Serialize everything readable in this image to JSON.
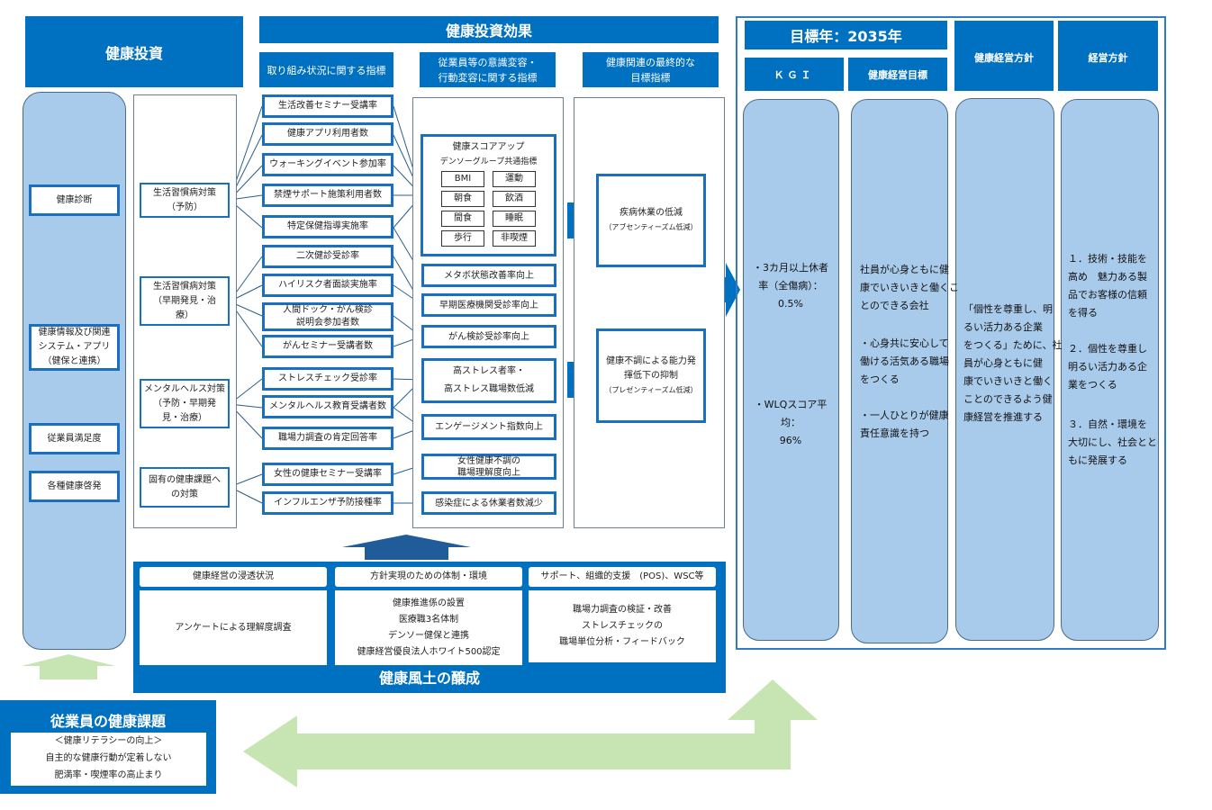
{
  "investment": {
    "title": "健康投資",
    "items": [
      "健康診断",
      "健康情報及び関連",
      "システム・アプリ",
      "（健保と連携）",
      "従業員満足度",
      "各種健康啓発"
    ]
  },
  "categories": [
    [
      "生活習慣病対策",
      "（予防）"
    ],
    [
      "生活習慣病対策",
      "（早期発見・治",
      "療）"
    ],
    [
      "メンタルヘルス対策",
      "（予防・早期発",
      "見・治療）"
    ],
    [
      "固有の健康課題へ",
      "の対策"
    ]
  ],
  "effects": {
    "title": "健康投資効果",
    "col1": [
      "取り組み状況に関する指標"
    ],
    "col2": [
      "従業員等の意識変容・",
      "行動変容に関する指標"
    ],
    "col3": [
      "健康関連の最終的な",
      "目標指標"
    ]
  },
  "activity_indicators": [
    [
      "生活改善セミナー受講率"
    ],
    [
      "健康アプリ利用者数"
    ],
    [
      "ウォーキングイベント参加率"
    ],
    [
      "禁煙サポート施策利用者数"
    ],
    [
      "特定保健指導実施率"
    ],
    [
      "二次健診受診率"
    ],
    [
      "ハイリスク者面談実施率"
    ],
    [
      "人間ドック・がん検診",
      "説明会参加者数"
    ],
    [
      "がんセミナー受講者数"
    ],
    [
      "ストレスチェック受診率"
    ],
    [
      "メンタルヘルス教育受講者数"
    ],
    [
      "職場力調査の肯定回答率"
    ],
    [
      "女性の健康セミナー受講率"
    ],
    [
      "インフルエンザ予防接種率"
    ]
  ],
  "score": {
    "title": "健康スコアアップ",
    "subtitle": "デンソーグループ共通指標",
    "items": [
      "BMI",
      "運動",
      "朝食",
      "飲酒",
      "間食",
      "睡眠",
      "歩行",
      "非喫煙"
    ]
  },
  "behavior_indicators": [
    [
      "メタボ状態改善率向上"
    ],
    [
      "早期医療機関受診率向上"
    ],
    [
      "がん検診受診率向上"
    ],
    [
      "高ストレス者率・",
      "高ストレス職場数低減"
    ],
    [
      "エンゲージメント指数向上"
    ],
    [
      "女性健康不調の",
      "職場理解度向上"
    ],
    [
      "感染症による休業者数減少"
    ]
  ],
  "final_indicators": [
    {
      "lines": [
        "疾病休業の低減"
      ],
      "note": "（アブセンティーズム低減）"
    },
    {
      "lines": [
        "健康不調による能力発",
        "揮低下の抑制"
      ],
      "note": "（プレゼンティーズム低減）"
    }
  ],
  "culture": {
    "title": "健康風土の醸成",
    "sections": [
      {
        "header": "健康経営の浸透状況",
        "body": [
          "アンケートによる理解度調査"
        ]
      },
      {
        "header": "方針実現のための体制・環境",
        "body": [
          "健康推進係の設置",
          "医療職3名体制",
          "デンソー健保と連携",
          "健康経営優良法人ホワイト500認定"
        ]
      },
      {
        "header": "サポート、組織的支援　(POS)、WSC等",
        "body": [
          "職場力調査の検証・改善",
          "ストレスチェックの",
          "職場単位分析・フィードバック"
        ]
      }
    ]
  },
  "issues": {
    "title": "従業員の健康課題",
    "lines": [
      "＜健康リテラシーの向上＞",
      "自主的な健康行動が定着しない",
      "肥満率・喫煙率の高止まり"
    ]
  },
  "target": {
    "title": "目標年：2035年",
    "kgi_header": "ＫＧＩ",
    "goal_header": "健康経営目標",
    "policy_header": "健康経営方針",
    "mgmt_header": "経営方針",
    "kgi": [
      [
        "・3カ月以上休者",
        "率（全傷病）：",
        "0.5%"
      ],
      [
        "・WLQスコア平均：",
        "96%"
      ]
    ],
    "goals": [
      [
        "社員が心身ともに健",
        "康でいきいきと働くこ",
        "とのできる会社"
      ],
      [
        "・心身共に安心して",
        "働ける活気ある職場",
        "をつくる"
      ],
      [
        "・一人ひとりが健康",
        "責任意識を持つ"
      ]
    ],
    "policy": [
      "「個性を尊重し、明",
      "るい活力ある企業",
      "をつくる」ために、社",
      "員が心身ともに健",
      "康でいきいきと働く",
      "ことのできるよう健",
      "康経営を推進する"
    ],
    "mgmt": [
      [
        "１．技術・技能を",
        "高め　魅力ある製",
        "品でお客様の信頼",
        "を得る"
      ],
      [
        "２．個性を尊重し",
        "明るい活力ある企",
        "業をつくる"
      ],
      [
        "３．自然・環境を",
        "大切にし、社会とと",
        "もに発展する"
      ]
    ]
  },
  "colors": {
    "primary": "#0070c0",
    "light_blue": "#a9cbeb",
    "green_arrow": "#c6e5b3"
  }
}
